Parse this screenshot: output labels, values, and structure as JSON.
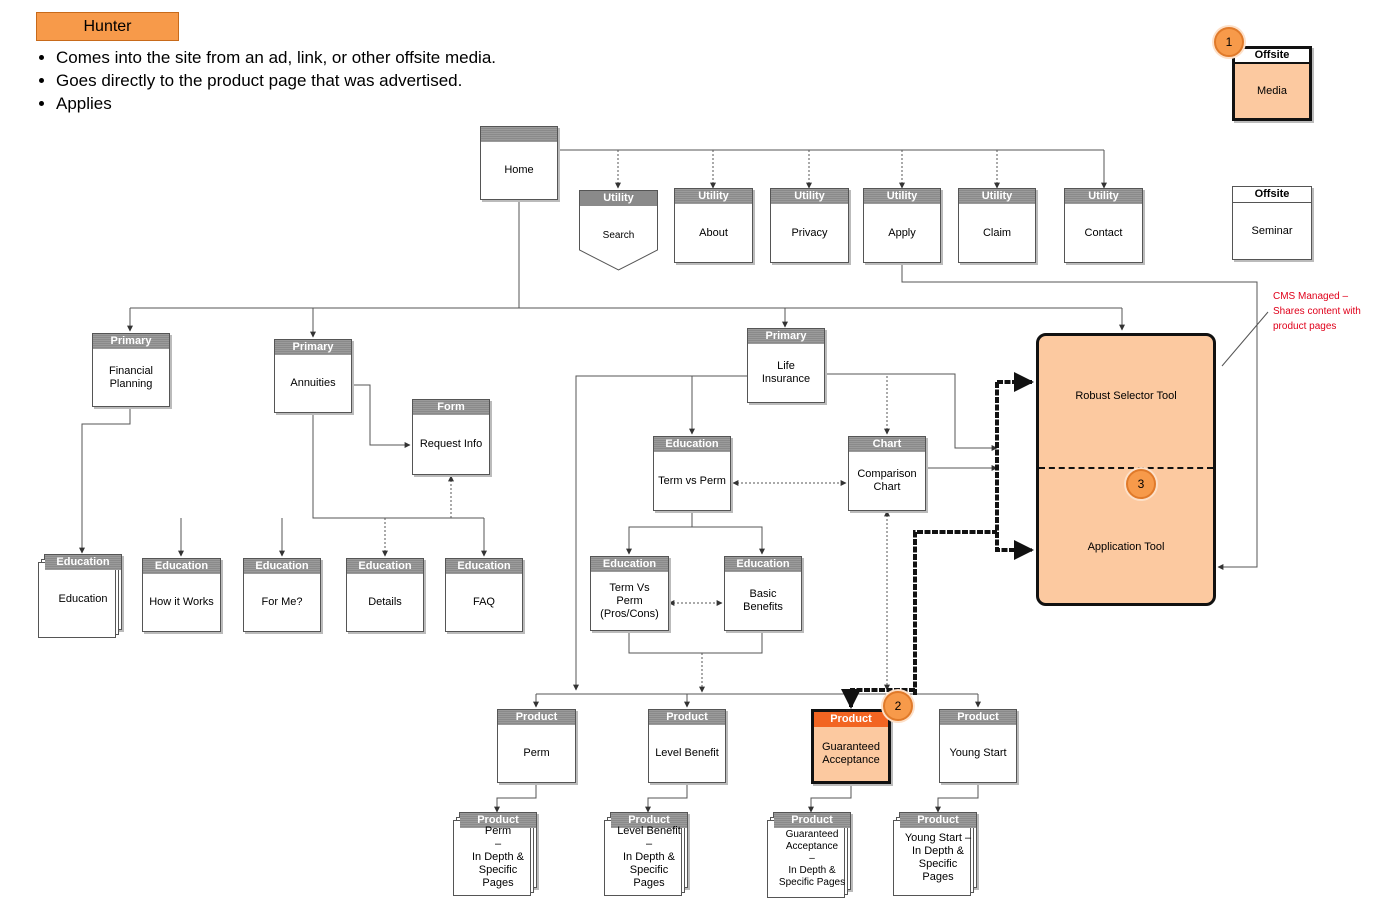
{
  "persona": "Hunter",
  "bullets": [
    "Comes into the site from an ad, link, or other offsite media.",
    "Goes directly to the product page that was advertised.",
    "Applies"
  ],
  "nodes": {
    "offsite_media": {
      "type": "Offsite",
      "label": "Media"
    },
    "offsite_seminar": {
      "type": "Offsite",
      "label": "Seminar"
    },
    "home": {
      "type": "",
      "label": "Home"
    },
    "search": {
      "type": "Utility",
      "label": "Search"
    },
    "about": {
      "type": "Utility",
      "label": "About"
    },
    "privacy": {
      "type": "Utility",
      "label": "Privacy"
    },
    "apply": {
      "type": "Utility",
      "label": "Apply"
    },
    "claim": {
      "type": "Utility",
      "label": "Claim"
    },
    "contact": {
      "type": "Utility",
      "label": "Contact"
    },
    "financial_planning": {
      "type": "Primary",
      "label": "Financial Planning"
    },
    "annuities": {
      "type": "Primary",
      "label": "Annuities"
    },
    "request_info": {
      "type": "Form",
      "label": "Request Info"
    },
    "life_insurance": {
      "type": "Primary",
      "label": "Life Insurance"
    },
    "education_stack": {
      "type": "Education",
      "label": "Education"
    },
    "how_it_works": {
      "type": "Education",
      "label": "How it Works"
    },
    "for_me": {
      "type": "Education",
      "label": "For Me?"
    },
    "details": {
      "type": "Education",
      "label": "Details"
    },
    "faq": {
      "type": "Education",
      "label": "FAQ"
    },
    "term_vs_perm": {
      "type": "Education",
      "label": "Term vs Perm"
    },
    "comparison_chart": {
      "type": "Chart",
      "label": "Comparison Chart"
    },
    "term_vs_perm_pros": {
      "type": "Education",
      "label": "Term Vs Perm (Pros/Cons)"
    },
    "basic_benefits": {
      "type": "Education",
      "label": "Basic Benefits"
    },
    "perm": {
      "type": "Product",
      "label": "Perm"
    },
    "level_benefit": {
      "type": "Product",
      "label": "Level Benefit"
    },
    "guaranteed_acceptance": {
      "type": "Product",
      "label": "Guaranteed Acceptance"
    },
    "young_start": {
      "type": "Product",
      "label": "Young Start"
    },
    "perm_detail": {
      "type": "Product",
      "label": "Perm\n–\nIn Depth & Specific Pages"
    },
    "level_detail": {
      "type": "Product",
      "label": "Level Benefit\n–\nIn Depth & Specific Pages"
    },
    "ga_detail": {
      "type": "Product",
      "label": "Guaranteed Acceptance\n–\nIn Depth & Specific Pages"
    },
    "young_detail": {
      "type": "Product",
      "label": "Young Start –\nIn Depth & Specific Pages"
    }
  },
  "tool": {
    "top_label": "Robust Selector Tool",
    "bottom_label": "Application Tool"
  },
  "badges": [
    "1",
    "2",
    "3"
  ],
  "cms_note": "CMS Managed – Shares content with product pages",
  "colors": {
    "accent": "#f79a4a",
    "tool_fill": "#fcc9a0",
    "header_gray": "#8a8a8a",
    "product_hl_header": "#f26522",
    "note_red": "#e0001a"
  }
}
